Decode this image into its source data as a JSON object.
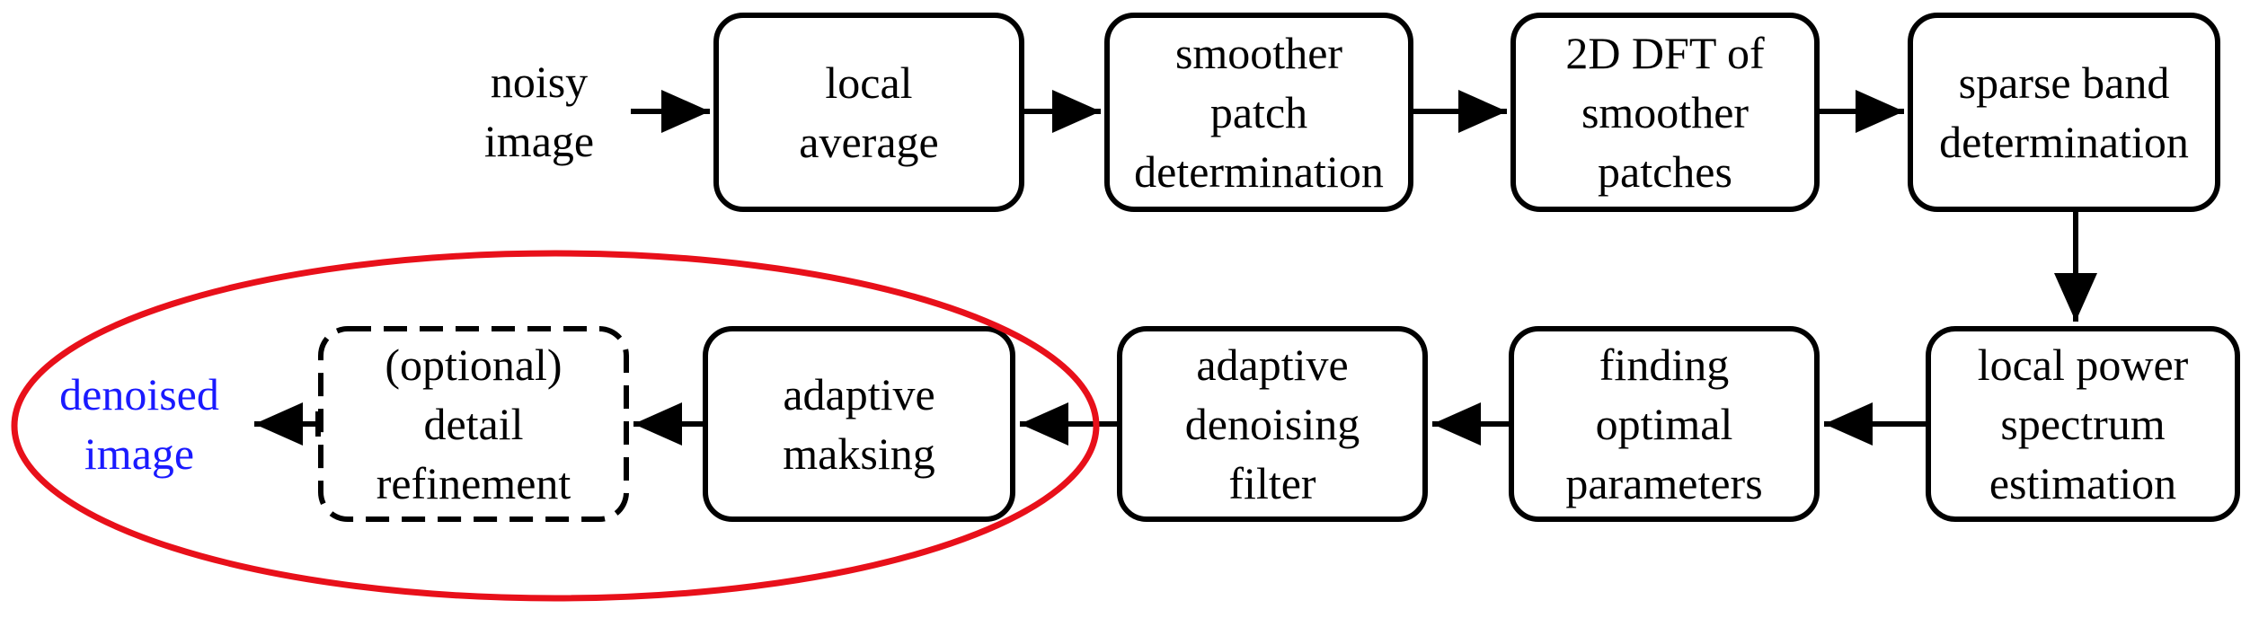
{
  "colors": {
    "stroke": "#000000",
    "text": "#000000",
    "output_text": "#1a1aff",
    "highlight_ellipse": "#e8101a"
  },
  "nodes": {
    "input": {
      "lines": [
        "noisy",
        "image"
      ]
    },
    "step1": {
      "lines": [
        "local",
        "average"
      ]
    },
    "step2": {
      "lines": [
        "smoother",
        "patch",
        "determination"
      ]
    },
    "step3": {
      "lines": [
        "2D DFT of",
        "smoother",
        "patches"
      ]
    },
    "step4": {
      "lines": [
        "sparse band",
        "determination"
      ]
    },
    "step5": {
      "lines": [
        "local power",
        "spectrum",
        "estimation"
      ]
    },
    "step6": {
      "lines": [
        "finding",
        "optimal",
        "parameters"
      ]
    },
    "step7": {
      "lines": [
        "adaptive",
        "denoising",
        "filter"
      ]
    },
    "step8": {
      "lines": [
        "adaptive",
        "maksing"
      ]
    },
    "step9": {
      "lines": [
        "(optional)",
        "detail",
        "refinement"
      ],
      "optional": true
    },
    "output": {
      "lines": [
        "denoised",
        "image"
      ]
    }
  }
}
